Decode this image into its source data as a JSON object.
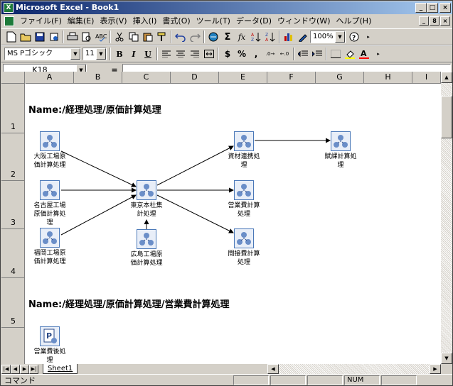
{
  "window": {
    "title": "Microsoft Excel - Book1",
    "controls": [
      "_",
      "□",
      "×"
    ]
  },
  "menubar": {
    "items": [
      "ファイル(F)",
      "編集(E)",
      "表示(V)",
      "挿入(I)",
      "書式(O)",
      "ツール(T)",
      "データ(D)",
      "ウィンドウ(W)",
      "ヘルプ(H)"
    ],
    "mdi_controls": [
      "_",
      "8",
      "×"
    ]
  },
  "toolbar1": {
    "zoom": "100%"
  },
  "toolbar2": {
    "font": "MS Pゴシック",
    "size": "11",
    "bold": "B",
    "italic": "I",
    "underline": "U"
  },
  "formula": {
    "namebox": "K18",
    "eq": "=",
    "value": ""
  },
  "grid": {
    "columns": [
      "A",
      "B",
      "C",
      "D",
      "E",
      "F",
      "G",
      "H",
      "I"
    ],
    "rows": [
      "1",
      "2",
      "3",
      "4",
      "5"
    ]
  },
  "diagram": {
    "heading1": "Name:/経理処理/原価計算処理",
    "heading2": "Name:/経理処理/原価計算処理/営業費計算処理",
    "nodes": {
      "osaka": "大阪工場原\n価計算処理",
      "nagoya": "名古屋工場\n原価計算処\n理",
      "fukuoka": "福岡工場原\n価計算処理",
      "tokyo": "東京本社集\n計処理",
      "hiroshima": "広島工場原\n価計算処理",
      "shizai": "資材連携処\n理",
      "kanjo": "賦課計算処\n理",
      "eigyo": "営業費計算\n処理",
      "kansetsu": "間接費計算\n処理",
      "eigyo2": "営業費後処\n理"
    }
  },
  "sheet": {
    "tab": "Sheet1"
  },
  "status": {
    "left": "コマンド",
    "num": "NUM"
  },
  "colors": {
    "title_start": "#0a246a",
    "title_end": "#a6caf0",
    "chrome": "#d4d0c8",
    "icon_blue": "#4a78b8"
  }
}
